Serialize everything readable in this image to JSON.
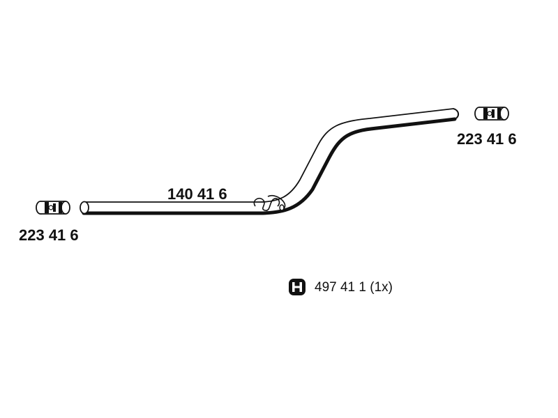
{
  "parts": {
    "clamp_right": {
      "number": "223 41 6"
    },
    "pipe": {
      "number": "140 41 6"
    },
    "clamp_left": {
      "number": "223 41 6"
    },
    "hanger": {
      "number": "497 41 1 (1x)"
    }
  },
  "colors": {
    "line": "#111111",
    "fill": "#ffffff"
  },
  "icons": {
    "hanger_symbol": "rubber-hanger-icon",
    "clamp": "pipe-clamp-icon",
    "flex": "flex-joint-icon"
  }
}
